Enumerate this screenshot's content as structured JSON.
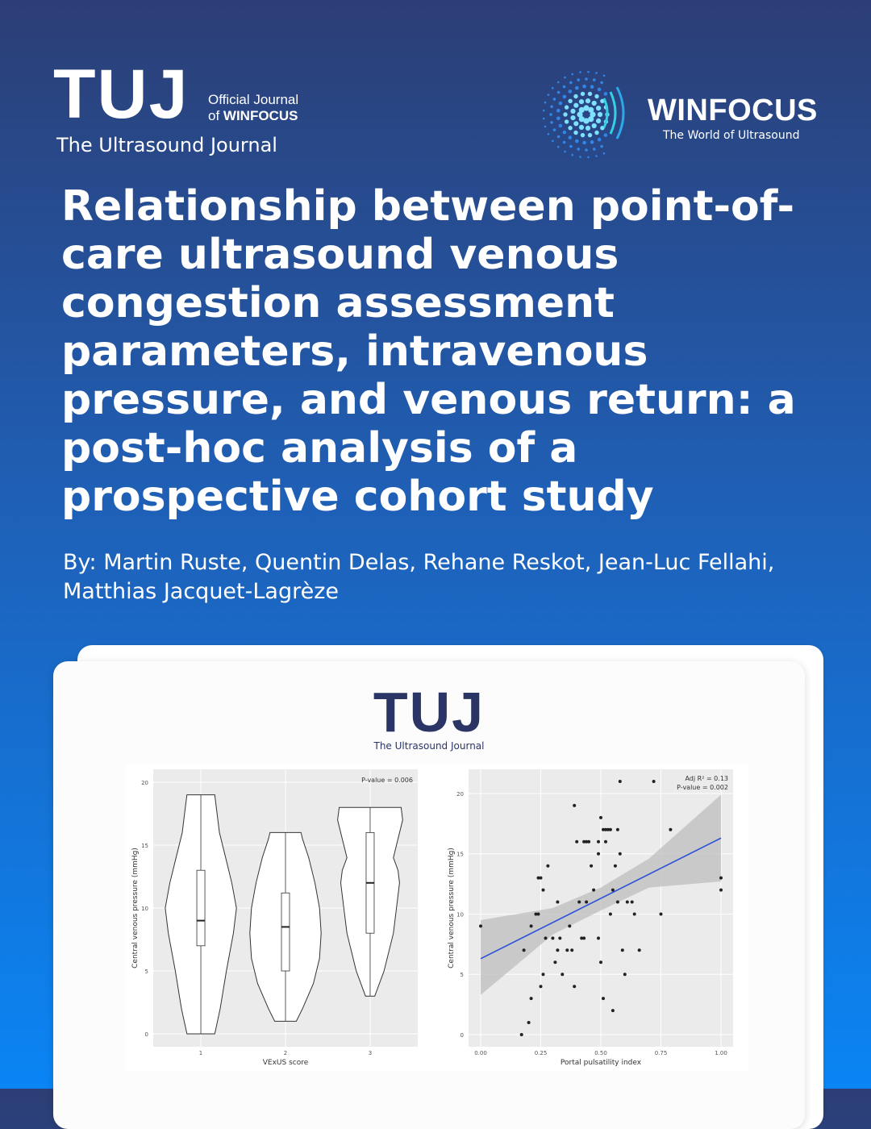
{
  "header": {
    "journal_logo": "TUJ",
    "official_line1": "Official Journal",
    "official_line2_prefix": "of ",
    "official_line2_brand": "WINFOCUS",
    "journal_name": "The Ultrasound Journal"
  },
  "partner": {
    "name": "WINFOCUS",
    "tagline": "The World of Ultrasound"
  },
  "article": {
    "title": "Relationship between point-of-care ultrasound venous congestion assessment parameters, intravenous pressure, and venous return: a post-hoc analysis of a prospective cohort study",
    "authors": "By: Martin Ruste, Quentin Delas, Rehane Reskot, Jean-Luc Fellahi, Matthias Jacquet-Lagrèze"
  },
  "card": {
    "logo": "TUJ",
    "logo_subtitle": "The Ultrasound Journal"
  },
  "colors": {
    "bg_top": "#2c3e75",
    "bg_bottom": "#0a85f5",
    "card_logo": "#2a3566",
    "regression_line": "#2b4fd8"
  },
  "chart_data": [
    {
      "type": "violin",
      "xlabel": "VExUS score",
      "ylabel": "Central venous pressure (mmHg)",
      "annotation": "P-value = 0.006",
      "categories": [
        "1",
        "2",
        "3"
      ],
      "ylim": [
        0,
        20
      ],
      "yticks": [
        0,
        5,
        10,
        15,
        20
      ],
      "boxes": [
        {
          "category": "1",
          "min": 0,
          "q1": 7,
          "median": 9,
          "q3": 13,
          "max": 19
        },
        {
          "category": "2",
          "min": 1,
          "q1": 5,
          "median": 8.5,
          "q3": 11.2,
          "max": 16
        },
        {
          "category": "3",
          "min": 3,
          "q1": 8,
          "median": 12,
          "q3": 16,
          "max": 18
        }
      ],
      "grid": true
    },
    {
      "type": "scatter",
      "xlabel": "Portal pulsatility index",
      "ylabel": "Central venous pressure (mmHg)",
      "annotation_line1": "Adj R² = 0.13",
      "annotation_line2": "P-value = 0.002",
      "xlim": [
        0,
        1
      ],
      "ylim": [
        0,
        21
      ],
      "xticks": [
        "0.00",
        "0.25",
        "0.50",
        "0.75",
        "1.00"
      ],
      "yticks": [
        0,
        5,
        10,
        15,
        20
      ],
      "regression": {
        "x0": 0,
        "y0": 6.3,
        "x1": 1,
        "y1": 16.3
      },
      "points": [
        [
          0.0,
          9
        ],
        [
          0.17,
          0
        ],
        [
          0.18,
          7
        ],
        [
          0.2,
          1
        ],
        [
          0.21,
          3
        ],
        [
          0.21,
          9
        ],
        [
          0.23,
          10
        ],
        [
          0.24,
          10
        ],
        [
          0.24,
          13
        ],
        [
          0.25,
          4
        ],
        [
          0.25,
          13
        ],
        [
          0.26,
          12
        ],
        [
          0.26,
          5
        ],
        [
          0.27,
          8
        ],
        [
          0.28,
          14
        ],
        [
          0.3,
          8
        ],
        [
          0.31,
          6
        ],
        [
          0.32,
          7
        ],
        [
          0.32,
          11
        ],
        [
          0.33,
          8
        ],
        [
          0.34,
          5
        ],
        [
          0.36,
          7
        ],
        [
          0.37,
          9
        ],
        [
          0.38,
          7
        ],
        [
          0.39,
          19
        ],
        [
          0.39,
          4
        ],
        [
          0.4,
          16
        ],
        [
          0.41,
          11
        ],
        [
          0.42,
          8
        ],
        [
          0.43,
          8
        ],
        [
          0.43,
          16
        ],
        [
          0.44,
          16
        ],
        [
          0.44,
          11
        ],
        [
          0.45,
          16
        ],
        [
          0.46,
          14
        ],
        [
          0.47,
          12
        ],
        [
          0.49,
          8
        ],
        [
          0.49,
          15
        ],
        [
          0.49,
          16
        ],
        [
          0.5,
          6
        ],
        [
          0.5,
          18
        ],
        [
          0.51,
          3
        ],
        [
          0.51,
          17
        ],
        [
          0.52,
          17
        ],
        [
          0.52,
          16
        ],
        [
          0.53,
          17
        ],
        [
          0.54,
          17
        ],
        [
          0.54,
          10
        ],
        [
          0.55,
          12
        ],
        [
          0.55,
          2
        ],
        [
          0.56,
          14
        ],
        [
          0.57,
          17
        ],
        [
          0.57,
          11
        ],
        [
          0.58,
          21
        ],
        [
          0.58,
          15
        ],
        [
          0.59,
          7
        ],
        [
          0.6,
          5
        ],
        [
          0.61,
          11
        ],
        [
          0.63,
          11
        ],
        [
          0.64,
          10
        ],
        [
          0.66,
          7
        ],
        [
          0.72,
          21
        ],
        [
          0.75,
          10
        ],
        [
          0.79,
          17
        ],
        [
          1.0,
          13
        ],
        [
          1.0,
          12
        ]
      ],
      "confidence_band": true,
      "grid": true
    }
  ]
}
